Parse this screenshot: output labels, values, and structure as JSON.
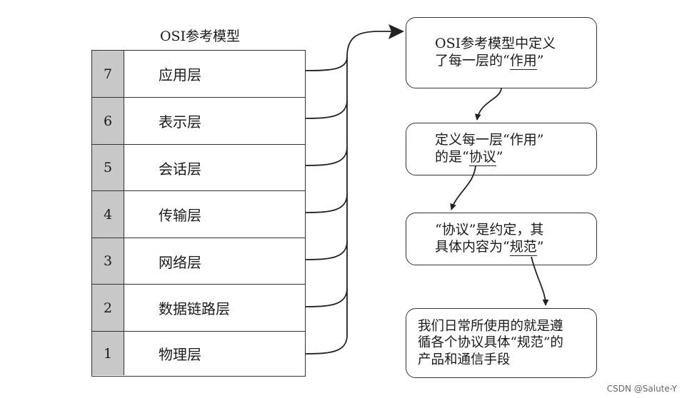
{
  "title": "OSI参考模型",
  "layers": [
    {
      "num": "7",
      "name": "应用层"
    },
    {
      "num": "6",
      "name": "表示层"
    },
    {
      "num": "5",
      "name": "会话层"
    },
    {
      "num": "4",
      "name": "传输层"
    },
    {
      "num": "3",
      "name": "网络层"
    },
    {
      "num": "2",
      "name": "数据链路层"
    },
    {
      "num": "1",
      "name": "物理层"
    }
  ],
  "boxes": {
    "b1": {
      "l1": "OSI参考模型中定义",
      "l2_pre": "了每一层的“",
      "l2_u": "作用",
      "l2_post": "”"
    },
    "b2": {
      "l1": "定义每一层“作用”",
      "l2_pre": "的是“",
      "l2_u": "协议",
      "l2_post": "”"
    },
    "b3": {
      "l1": "“协议”是约定，其",
      "l2_pre": "具体内容为“",
      "l2_u": "规范",
      "l2_post": "”"
    },
    "b4": {
      "l1": "我们日常所使用的就是遵",
      "l2": "循各个协议具体“规范”的",
      "l3": "产品和通信手段"
    }
  },
  "credit": "CSDN @Salute-Y"
}
